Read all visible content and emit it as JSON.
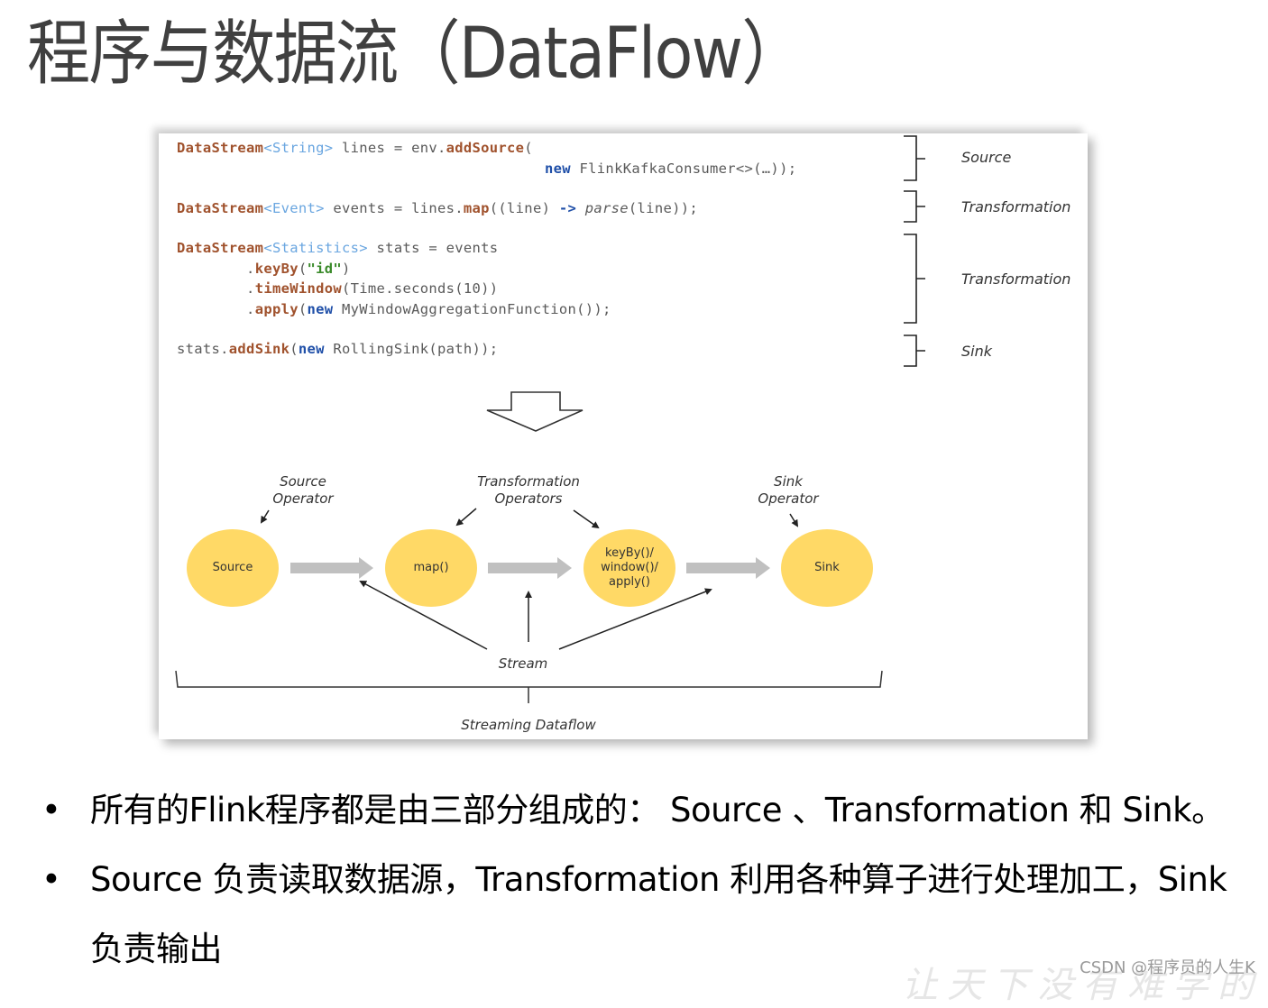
{
  "slide": {
    "title": "程序与数据流（DataFlow）"
  },
  "code": {
    "line1": {
      "type": "DataStream",
      "generic": "<String>",
      "rest1": " lines = env.",
      "method": "addSource",
      "rest2": "("
    },
    "line2": {
      "indent": "                                ",
      "kw_new": "new",
      "rest": " FlinkKafkaConsumer<>(…));"
    },
    "line3": {
      "type": "DataStream",
      "generic": "<Event>",
      "rest1": " events = lines.",
      "method": "map",
      "rest2": "((line) ",
      "arrow": "->",
      "rest3": " ",
      "italic": "parse",
      "rest4": "(line));"
    },
    "line4": {
      "type": "DataStream",
      "generic": "<Statistics>",
      "rest": " stats = events"
    },
    "line5": {
      "indent": "        .",
      "method": "keyBy",
      "rest1": "(",
      "string": "\"id\"",
      "rest2": ")"
    },
    "line6": {
      "indent": "        .",
      "method": "timeWindow",
      "rest": "(Time.seconds(10))"
    },
    "line7": {
      "indent": "        .",
      "method": "apply",
      "rest1": "(",
      "kw_new": "new",
      "rest2": " MyWindowAggregationFunction());"
    },
    "line8": {
      "prefix": "stats.",
      "method": "addSink",
      "rest1": "(",
      "kw_new": "new",
      "rest2": " RollingSink(path));"
    }
  },
  "brace_labels": {
    "source": "Source",
    "transformation1": "Transformation",
    "transformation2": "Transformation",
    "sink": "Sink"
  },
  "diagram": {
    "annotations": {
      "source_operator": "Source\nOperator",
      "transformation_operators": "Transformation\nOperators",
      "sink_operator": "Sink\nOperator",
      "stream": "Stream",
      "streaming_dataflow": "Streaming Dataflow"
    },
    "nodes": [
      {
        "label": "Source"
      },
      {
        "label": "map()"
      },
      {
        "label": "keyBy()/\nwindow()/\napply()"
      },
      {
        "label": "Sink"
      }
    ],
    "colors": {
      "node_fill": "#ffd966",
      "flow_arrow": "#c0c0c0",
      "type_keyword": "#a0522d",
      "generic_type": "#6aa6e0",
      "new_keyword": "#1f4fa8",
      "string_literal": "#3a8a2a"
    }
  },
  "bullets": [
    {
      "symbol": "•",
      "text": "所有的Flink程序都是由三部分组成的：  Source 、Transformation 和 Sink。"
    },
    {
      "symbol": "•",
      "text": "Source 负责读取数据源，Transformation 利用各种算子进行处理加工，Sink 负责输出"
    }
  ],
  "watermark": {
    "text": "CSDN @程序员的人生K",
    "background_text": "让天下没有难学的"
  }
}
